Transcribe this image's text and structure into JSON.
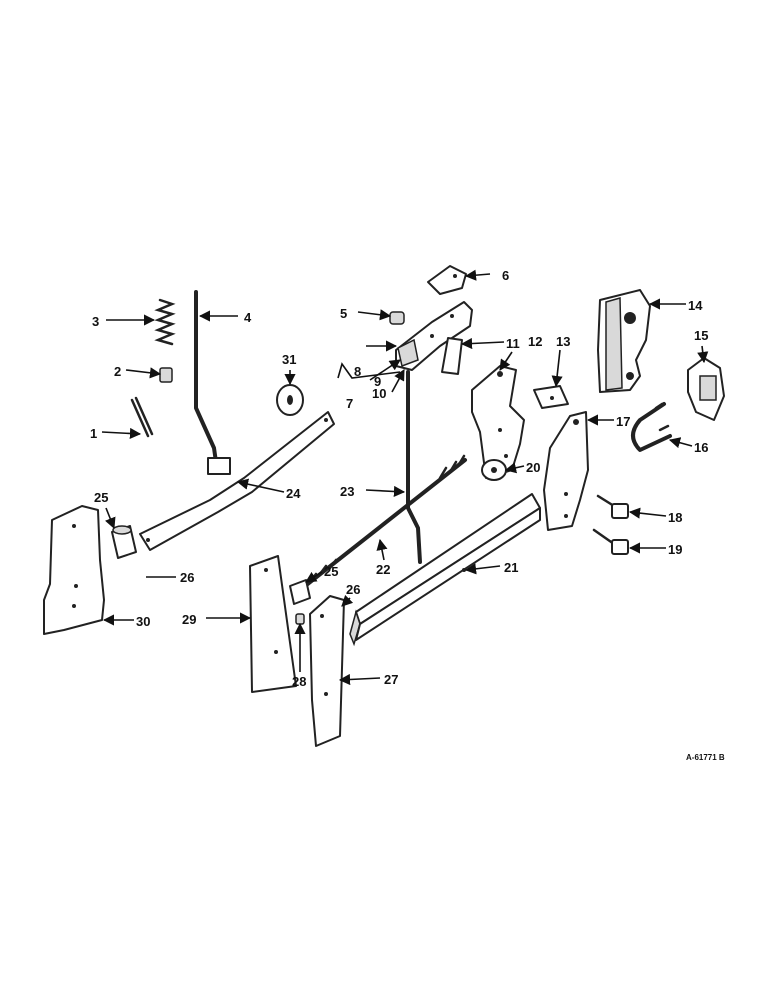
{
  "drawing_number": "A-61771 B",
  "callouts": {
    "c1": "1",
    "c2": "2",
    "c3": "3",
    "c4": "4",
    "c5": "5",
    "c6": "6",
    "c7": "7",
    "c8": "8",
    "c9": "9",
    "c10": "10",
    "c11": "11",
    "c12": "12",
    "c13": "13",
    "c14": "14",
    "c15": "15",
    "c16": "16",
    "c17": "17",
    "c18": "18",
    "c19": "19",
    "c20": "20",
    "c21": "21",
    "c22": "22",
    "c23": "23",
    "c24": "24",
    "c25a": "25",
    "c25b": "25",
    "c26a": "26",
    "c26b": "26",
    "c27": "27",
    "c28": "28",
    "c29": "29",
    "c30": "30",
    "c31": "31"
  },
  "colors": {
    "line": "#222222",
    "background": "#ffffff",
    "shade": "#d9d9d9"
  }
}
